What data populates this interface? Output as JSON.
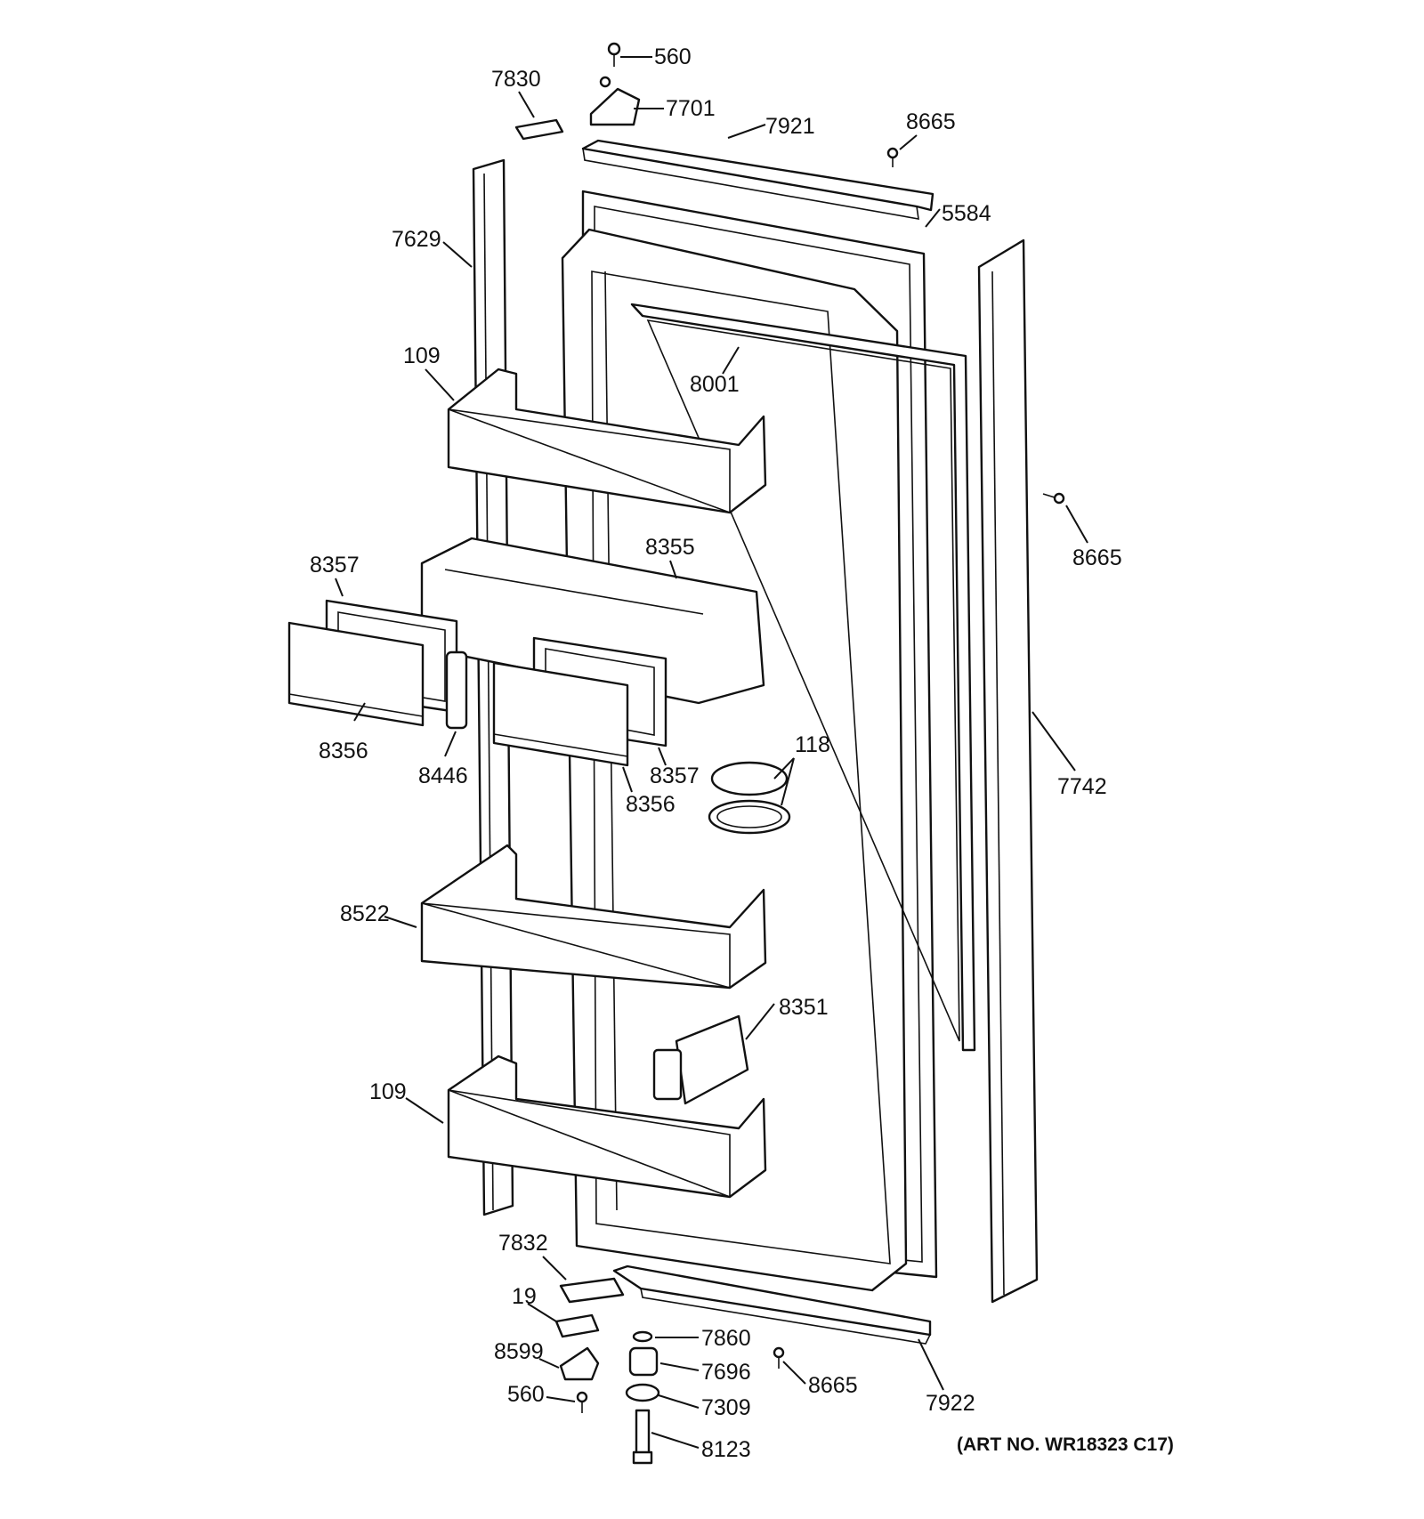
{
  "diagram": {
    "art_number": "(ART NO. WR18323 C17)",
    "labels": {
      "p560_top": "560",
      "p7830": "7830",
      "p7701": "7701",
      "p7921": "7921",
      "p8665_top": "8665",
      "p5584": "5584",
      "p7629": "7629",
      "p109_top": "109",
      "p8001": "8001",
      "p8665_right": "8665",
      "p8357_left": "8357",
      "p8355": "8355",
      "p8356_left": "8356",
      "p8446": "8446",
      "p8357_right": "8357",
      "p8356_right": "8356",
      "p118": "118",
      "p7742": "7742",
      "p8522": "8522",
      "p8351": "8351",
      "p109_bottom": "109",
      "p7832": "7832",
      "p19": "19",
      "p7860": "7860",
      "p8599": "8599",
      "p7696": "7696",
      "p8665_bottom": "8665",
      "p560_bottom": "560",
      "p7309": "7309",
      "p7922": "7922",
      "p8123": "8123"
    }
  }
}
